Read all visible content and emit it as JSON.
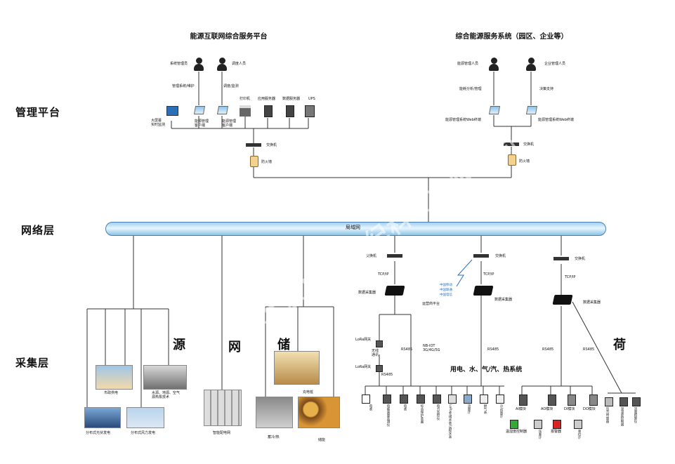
{
  "layers": {
    "management": "管理平台",
    "network": "网络层",
    "collection": "采集层"
  },
  "left_platform": {
    "title": "能源互联网综合服务平台",
    "roles": [
      "系统管理员",
      "调度人员"
    ],
    "role_actions": [
      "管理系统/维护",
      "调度/监测"
    ],
    "clients": [
      "大屏幕\n实时监测",
      "能源管理\n客户端",
      "能源管理\n客户端"
    ],
    "servers": [
      "打印机",
      "应用服务器",
      "数据服务器",
      "UPS"
    ],
    "switch": "交换机",
    "firewall": "防火墙"
  },
  "right_platform": {
    "title": "综合能源服务系统（园区、企业等）",
    "roles": [
      "能源管理人员",
      "企业管理人员"
    ],
    "role_actions": [
      "能耗分析/管理",
      "决策支持"
    ],
    "clients": [
      "能源管理系统Web终端",
      "能源管理系统Web终端"
    ],
    "switch": "交换机",
    "firewall": "防火墙"
  },
  "network": {
    "pipe_label": "局域网",
    "switch": "交换机",
    "tcpip": "TCP/IP",
    "collector": "数据采集器",
    "cloud_platform": "运营商平台",
    "cloud_lines": [
      "中国移动",
      "中国联通",
      "中国电信"
    ]
  },
  "collection": {
    "source": {
      "letter": "源",
      "items": [
        "市政供电",
        "水源、地源、空气\n源热泵技术",
        "分布式光伏发电",
        "分布式风力发电"
      ]
    },
    "grid": {
      "letter": "网",
      "items": [
        "智能配电网"
      ]
    },
    "storage": {
      "letter": "储",
      "items": [
        "充电桩",
        "蓄冷/热",
        "储能"
      ]
    },
    "load": {
      "letter": "荷",
      "heading": "用电、水、气/汽、热系统",
      "gateways": [
        "LoRa网关",
        "无线\n通讯",
        "LoRa网关"
      ],
      "protocols": [
        "RS485",
        "NB-IOT\n3G/4G/5G",
        "RS485",
        "RS485",
        "RS485",
        "RS485"
      ],
      "meters": [
        "电表",
        "电能质量监测仪",
        "电表",
        "综合保护装置",
        "电力监控仪",
        "LoRa无线水表/远程水表",
        "流量计",
        "燃气表",
        "冷/热量计"
      ],
      "modules": [
        "AI模块",
        "AO模块",
        "DI模块",
        "DO模块"
      ],
      "module_devices": [
        "温湿度控制器",
        "压差计",
        "报警器",
        "液位计"
      ],
      "right_devices": [
        "压力传感器",
        "温湿度控制器",
        "流量积算仪"
      ]
    }
  },
  "watermark": "北京广元世纪科技有限公司"
}
